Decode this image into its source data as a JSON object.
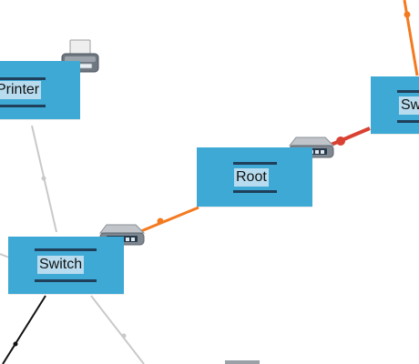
{
  "diagram": {
    "nodes": [
      {
        "id": "printer",
        "label": "Printer",
        "device_icon": "printer-icon"
      },
      {
        "id": "root",
        "label": "Root",
        "device_icon": "switch-device-icon"
      },
      {
        "id": "switch_left",
        "label": "Switch",
        "device_icon": "switch-device-icon"
      },
      {
        "id": "switch_right",
        "label": "Sw",
        "device_icon": "switch-device-icon"
      }
    ],
    "colors": {
      "node_fill": "#3fa9d5",
      "label_bg": "#b7dcef",
      "bar": "#1f3f5a",
      "link_orange": "#f47a20",
      "link_red": "#d94132",
      "link_gray": "#c7c7c7",
      "link_black": "#111111"
    }
  }
}
